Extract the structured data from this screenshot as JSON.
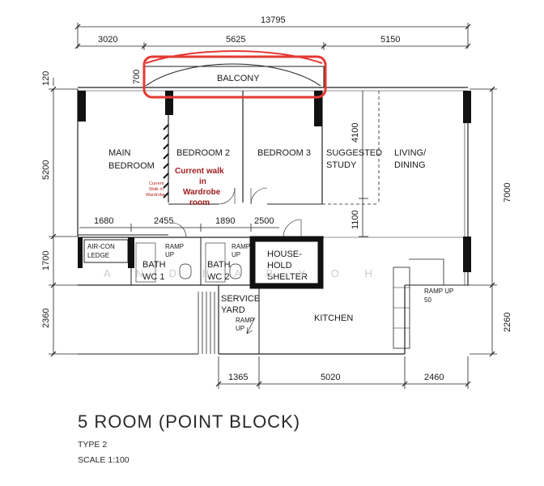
{
  "dimensions": {
    "overall": "13795",
    "top": [
      "3020",
      "5625",
      "5150"
    ],
    "balcony_depth": "700",
    "wall": "120",
    "left_upper": "5200",
    "left_mid": "1700",
    "left_lower": "2360",
    "right_upper": "7000",
    "right_lower": "2260",
    "study_h": "4100",
    "study_w": "1100",
    "mid_row": [
      "1680",
      "2455",
      "1890",
      "2500"
    ],
    "bottom": [
      "1365",
      "5020",
      "2460"
    ]
  },
  "rooms": {
    "balcony": "BALCONY",
    "main_bedroom": [
      "MAIN",
      "BEDROOM"
    ],
    "bedroom2": "BEDROOM 2",
    "bedroom3": "BEDROOM 3",
    "study": [
      "SUGGESTED",
      "STUDY"
    ],
    "living": [
      "LIVING/",
      "DINING"
    ],
    "aircon": [
      "AIR-CON",
      "LEDGE"
    ],
    "bath1": [
      "BATH",
      "WC 1"
    ],
    "bath2": [
      "BATH",
      "WC 2"
    ],
    "shelter": [
      "HOUSE-",
      "HOLD",
      "SHELTER"
    ],
    "service": [
      "SERVICE",
      "YARD"
    ],
    "kitchen": "KITCHEN"
  },
  "ramps": {
    "r1": [
      "RAMP",
      "UP"
    ],
    "r2": [
      "RAMP",
      "UP"
    ],
    "r3": [
      "RAMP",
      "UP"
    ],
    "r4": [
      "RAMP UP",
      "50"
    ]
  },
  "annotations": {
    "walkin_main": [
      "Current walk",
      "in",
      "Wardrobe",
      "room"
    ],
    "walkin_small": [
      "Current",
      "Walk in",
      "Wardrobe"
    ]
  },
  "watermark": "A N D   B A B Y   O H",
  "footer": {
    "title": "5 ROOM (POINT BLOCK)",
    "type": "TYPE 2",
    "scale": "SCALE 1:100"
  },
  "highlight_color": "#e53935",
  "annotation_color": "#a01e1e"
}
